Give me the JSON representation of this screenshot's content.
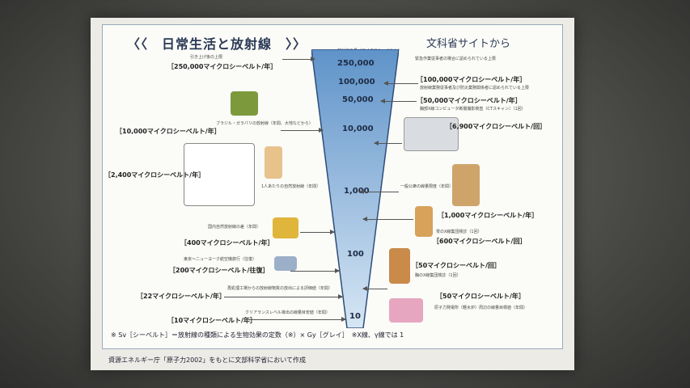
{
  "slide": {
    "title": "〈〈　日常生活と放射線　〉〉",
    "subtitle": "文科省サイトから",
    "scale_caption": "放射線の量（マイクロシーベルト）",
    "scale_ticks": [
      "250,000",
      "100,000",
      "50,000",
      "10,000",
      "1,000",
      "100",
      "10"
    ],
    "left_labels": [
      {
        "note": "引き上げ後の上限",
        "label": "［250,000マイクロシーベルト/年］"
      },
      {
        "note": "ブラジル・ガラパリの放射線（年間、大地などから）",
        "label": "［10,000マイクロシーベルト/年］"
      },
      {
        "note": "1人あたりの自然放射線（年間）",
        "label": "［2,400マイクロシーベルト/年］"
      },
      {
        "note": "国内自然放射線の差（年間）",
        "label": "［400マイクロシーベルト/年］"
      },
      {
        "note": "東京～ニューヨーク航空機旅行（往復）",
        "label": "［200マイクロシーベルト/往復］"
      },
      {
        "note": "再処理工場からの放射線物質の放出による評価値（年間）",
        "label": "［22マイクロシーベルト/年］"
      },
      {
        "note": "クリアランスレベル導出の線量目安値（年間）",
        "label": "［10マイクロシーベルト/年］"
      }
    ],
    "right_labels": [
      {
        "note": "緊急作業従事者の場合に認められている上限",
        "label": "［100,000マイクロシーベルト/年］"
      },
      {
        "note": "放射線業務従事者及び防災業務関係者に認められている上限",
        "label": "［50,000マイクロシーベルト/年］"
      },
      {
        "note": "胸部X線コンピュータ断層撮影検査（CTスキャン）（1回）",
        "label": "［6,900マイクロシーベルト/回］"
      },
      {
        "note": "一般公衆の線量限度（年間）（医療は除く）",
        "label": "［1,000マイクロシーベルト/年］"
      },
      {
        "note": "胃のX線集団検診（1回）",
        "label": "［600マイクロシーベルト/回］"
      },
      {
        "note": "胸のX線集団検診（1回）",
        "label": "［50マイクロシーベルト/回］"
      },
      {
        "note": "原子力発電所（軽水炉）周辺の線量目標値（年間）",
        "label": "［50マイクロシーベルト/年］"
      }
    ],
    "definition": "※ Sv［シーベルト］＝放射線の種類による生物効果の定数（※）× Gy［グレイ］　※X線、γ線では 1",
    "source": "資源エネルギー庁「原子力2002」をもとに文部科学省において作成"
  },
  "colors": {
    "funnel_top": "#5f93c9",
    "funnel_bottom": "#d6e6f4",
    "title": "#2b3a55"
  }
}
